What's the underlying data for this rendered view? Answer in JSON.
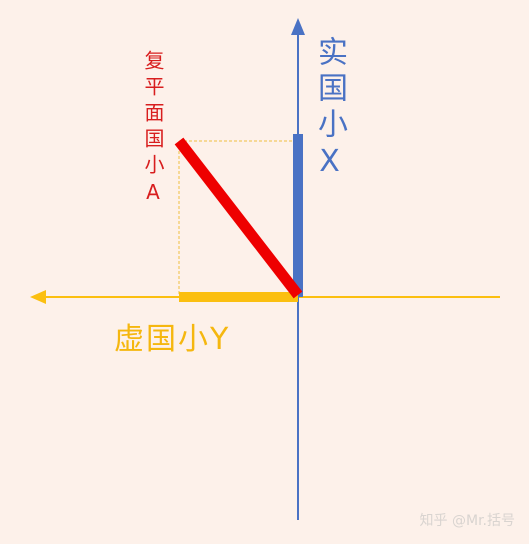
{
  "labels": {
    "complex_plane_a": "复平面国小A",
    "real_x": "实国小X",
    "imag_y": "虚国小Y"
  },
  "watermark": "知乎 @Mr.括号",
  "colors": {
    "background": "#fdf1ea",
    "vertical_axis": "#4a72c4",
    "horizontal_axis": "#fbbf10",
    "diagonal_segment": "#ee0000",
    "label_a": "#d81e1e",
    "label_x": "#4a72c4",
    "label_y": "#f5b70f",
    "projection_lines": "#f0c040",
    "watermark": "#d9d4d0"
  }
}
